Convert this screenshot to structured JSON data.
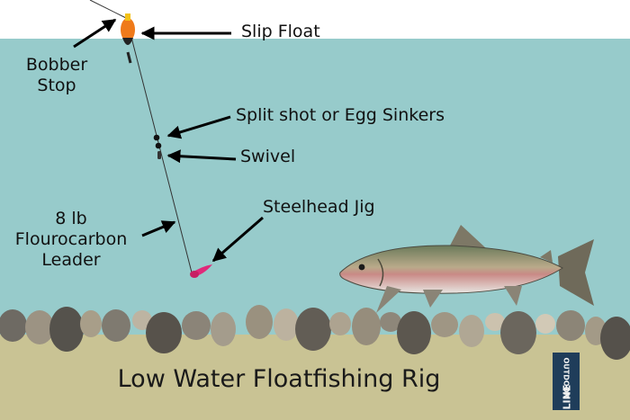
{
  "labels": {
    "slip_float": "Slip Float",
    "bobber_stop_line1": "Bobber",
    "bobber_stop_line2": "Stop",
    "split_shot": "Split shot or Egg Sinkers",
    "swivel": "Swivel",
    "leader_line1": "8 lb",
    "leader_line2": "Flourocarbon",
    "leader_line3": "Leader",
    "jig": "Steelhead Jig"
  },
  "caption": "Low Water Floatfishing Rig",
  "logo": {
    "top": "OUTDOOR",
    "bottom": "LINE"
  },
  "colors": {
    "water": "#97cbcb",
    "bank": "#c9c394",
    "sky": "#ffffff",
    "float_orange": "#ef7a1a",
    "jig_pink": "#e0297a"
  }
}
